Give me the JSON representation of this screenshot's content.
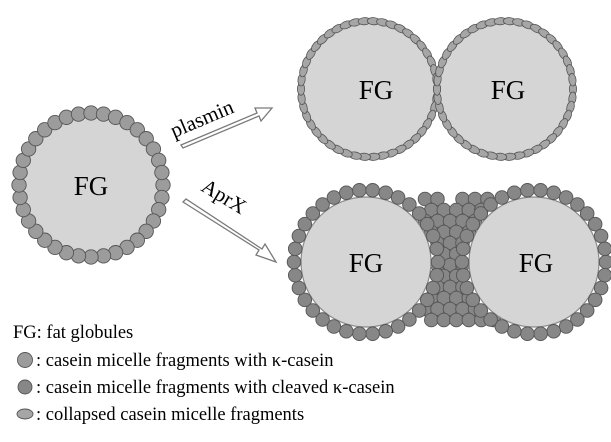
{
  "diagram": {
    "fg_label": "FG",
    "arrows": {
      "plasmin": "plasmin",
      "aprx": "AprX"
    },
    "legend": {
      "title": "FG: fat globules",
      "items": [
        ": casein micelle fragments with κ-casein",
        ": casein micelle fragments with cleaved κ-casein",
        ": collapsed casein micelle fragments"
      ]
    }
  },
  "colors": {
    "globule_fill": "#d5d5d5",
    "globule_stroke": "#8a8a8a",
    "micelle_fill": "#9c9c9c",
    "micelle_stroke": "#555555",
    "cleaved_fill": "#878787",
    "collapsed_fill": "#a6a6a6",
    "arrow_stroke": "#7a7a7a"
  }
}
